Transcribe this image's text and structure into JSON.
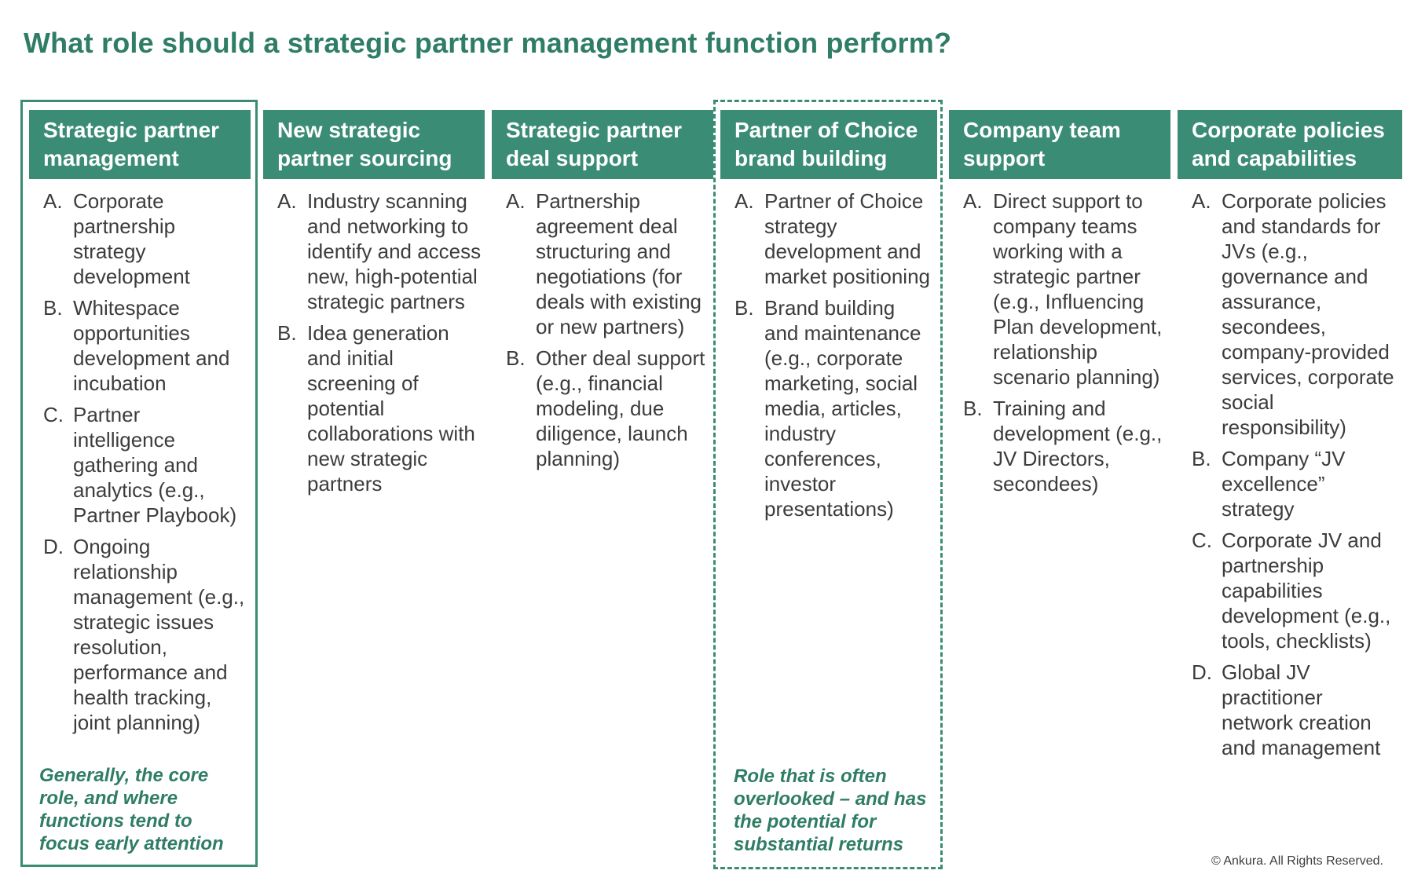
{
  "title": "What role should a strategic partner management function perform?",
  "columns": [
    {
      "heading": "Strategic partner management",
      "items": [
        {
          "letter": "A.",
          "text": "Corporate partnership strategy development"
        },
        {
          "letter": "B.",
          "text": "Whitespace opportunities development and incubation"
        },
        {
          "letter": "C.",
          "text": "Partner intelligence gathering and analytics (e.g., Partner Playbook)"
        },
        {
          "letter": "D.",
          "text": "Ongoing relationship management (e.g., strategic issues resolution, performance and health tracking, joint planning)"
        }
      ],
      "note": "Generally, the core role, and where functions tend to focus early attention"
    },
    {
      "heading": "New strategic partner sourcing",
      "items": [
        {
          "letter": "A.",
          "text": "Industry scanning and networking to identify and access new, high-potential strategic partners"
        },
        {
          "letter": "B.",
          "text": "Idea generation and initial screening of potential collaborations with new strategic partners"
        }
      ]
    },
    {
      "heading": "Strategic partner deal support",
      "items": [
        {
          "letter": "A.",
          "text": "Partnership agreement deal structuring and negotiations (for deals with existing or new partners)"
        },
        {
          "letter": "B.",
          "text": "Other deal support (e.g., financial modeling, due diligence, launch planning)"
        }
      ]
    },
    {
      "heading": "Partner of Choice brand building",
      "items": [
        {
          "letter": "A.",
          "text": "Partner of Choice strategy development and market positioning"
        },
        {
          "letter": "B.",
          "text": "Brand building and maintenance (e.g., corporate marketing, social media, articles, industry conferences, investor presentations)"
        }
      ],
      "note": "Role that is often overlooked – and has the potential for substantial returns"
    },
    {
      "heading": "Company team support",
      "items": [
        {
          "letter": "A.",
          "text": "Direct support to company teams working with a strategic partner (e.g., Influencing Plan development, relationship scenario planning)"
        },
        {
          "letter": "B.",
          "text": "Training and development (e.g., JV Directors, secondees)"
        }
      ]
    },
    {
      "heading": "Corporate policies and capabilities",
      "items": [
        {
          "letter": "A.",
          "text": "Corporate policies and standards for JVs (e.g., governance and assurance, secondees, company-provided services, corporate social responsibility)"
        },
        {
          "letter": "B.",
          "text": "Company “JV excellence” strategy"
        },
        {
          "letter": "C.",
          "text": "Corporate JV and partnership capabilities development (e.g., tools, checklists)"
        },
        {
          "letter": "D.",
          "text": "Global JV practitioner network creation and management"
        }
      ]
    }
  ],
  "copyright": "© Ankura. All Rights Reserved.",
  "colors": {
    "accent": "#3b8c74",
    "title": "#2f7d66",
    "body_text": "#3c3c3c"
  }
}
